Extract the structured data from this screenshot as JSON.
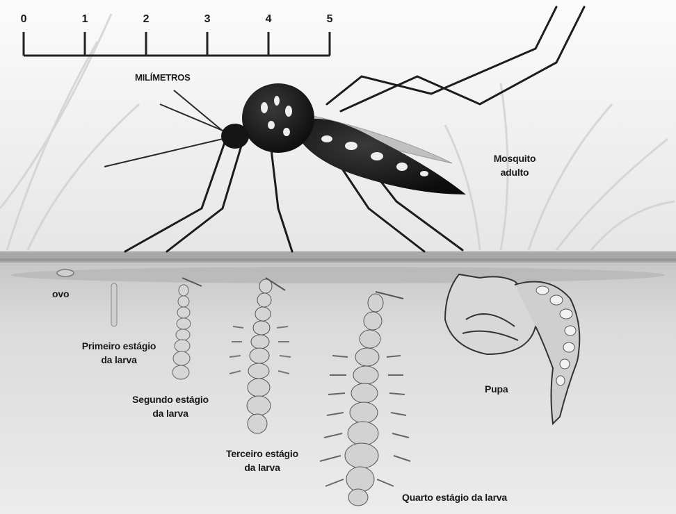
{
  "scale": {
    "ticks": [
      "0",
      "1",
      "2",
      "3",
      "4",
      "5"
    ],
    "unit": "MILÍMETROS"
  },
  "stages": {
    "egg": "ovo",
    "larva1": [
      "Primeiro estágio",
      "da larva"
    ],
    "larva2": [
      "Segundo estágio",
      "da larva"
    ],
    "larva3": [
      "Terceiro estágio",
      "da larva"
    ],
    "larva4": "Quarto estágio da larva",
    "pupa": "Pupa",
    "adult": [
      "Mosquito",
      "adulto"
    ]
  }
}
